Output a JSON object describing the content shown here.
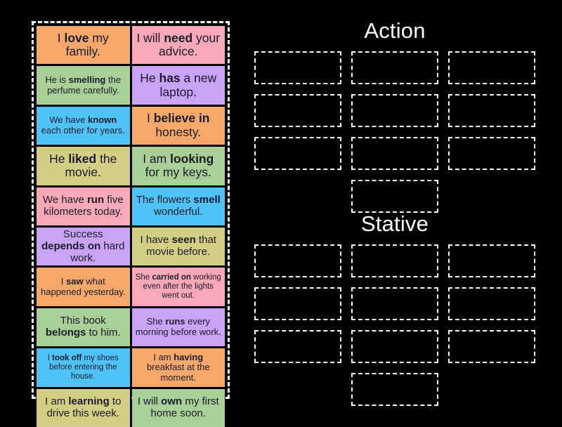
{
  "background_color": "#000000",
  "tray": {
    "border_color": "#ffffff",
    "cards": [
      {
        "id": "card-1",
        "color": "#f5a86a",
        "size": "fs-lg",
        "html": "I <b>love</b> my family.",
        "text": "I love my family.",
        "bold": "love"
      },
      {
        "id": "card-2",
        "color": "#f9a8b8",
        "size": "fs-lg",
        "html": "I will <b>need</b> your advice.",
        "text": "I will need your advice.",
        "bold": "need"
      },
      {
        "id": "card-3",
        "color": "#a8cf96",
        "size": "fs-sm",
        "html": "He is <b>smelling</b> the perfume carefully.",
        "text": "He is smelling the perfume carefully.",
        "bold": "smelling"
      },
      {
        "id": "card-4",
        "color": "#c9a3f5",
        "size": "fs-lg",
        "html": "He <b>has</b> a new laptop.",
        "text": "He has a new laptop.",
        "bold": "has"
      },
      {
        "id": "card-5",
        "color": "#4fc3f7",
        "size": "fs-sm",
        "html": "We have <b>known</b> each other for years.",
        "text": "We have known each other for years.",
        "bold": "known"
      },
      {
        "id": "card-6",
        "color": "#f5a86a",
        "size": "fs-lg",
        "html": "I <b>believe in</b> honesty.",
        "text": "I believe in honesty.",
        "bold": "believe in"
      },
      {
        "id": "card-7",
        "color": "#d3ce83",
        "size": "fs-lg",
        "html": "He <b>liked</b> the movie.",
        "text": "He liked the movie.",
        "bold": "liked"
      },
      {
        "id": "card-8",
        "color": "#a8cf96",
        "size": "fs-lg",
        "html": "I am <b>looking</b> for my keys.",
        "text": "I am looking for my keys.",
        "bold": "looking"
      },
      {
        "id": "card-9",
        "color": "#f9a8b8",
        "size": "fs-md",
        "html": "We have <b>run</b> five kilometers today.",
        "text": "We have run five kilometers today.",
        "bold": "run"
      },
      {
        "id": "card-10",
        "color": "#4fc3f7",
        "size": "fs-md",
        "html": "The flowers <b>smell</b> wonderful.",
        "text": "The flowers smell wonderful.",
        "bold": "smell"
      },
      {
        "id": "card-11",
        "color": "#c9a3f5",
        "size": "fs-md",
        "html": "Success <b>depends on</b> hard work.",
        "text": "Success depends on hard work.",
        "bold": "depends on"
      },
      {
        "id": "card-12",
        "color": "#d3ce83",
        "size": "fs-md",
        "html": "I have <b>seen</b> that movie before.",
        "text": "I have seen that movie before.",
        "bold": "seen"
      },
      {
        "id": "card-13",
        "color": "#f5a86a",
        "size": "fs-sm",
        "html": "I <b>saw</b> what happened yesterday.",
        "text": "I saw what happened yesterday.",
        "bold": "saw"
      },
      {
        "id": "card-14",
        "color": "#f9a8b8",
        "size": "fs-xs",
        "html": "She <b>carried on</b> working even after the lights went out.",
        "text": "She carried on working even after the lights went out.",
        "bold": "carried on"
      },
      {
        "id": "card-15",
        "color": "#a8cf96",
        "size": "fs-md",
        "html": "This book <b>belongs</b> to him.",
        "text": "This book belongs to him.",
        "bold": "belongs"
      },
      {
        "id": "card-16",
        "color": "#c9a3f5",
        "size": "fs-sm",
        "html": "She <b>runs</b> every morning before work.",
        "text": "She runs every morning before work.",
        "bold": "runs"
      },
      {
        "id": "card-17",
        "color": "#4fc3f7",
        "size": "fs-xs",
        "html": "I <b>took off</b> my shoes before entering the house.",
        "text": "I took off my shoes before entering the house.",
        "bold": "took off"
      },
      {
        "id": "card-18",
        "color": "#f5a86a",
        "size": "fs-sm",
        "html": "I am <b>having</b> breakfast at the moment.",
        "text": "I am having breakfast at the moment.",
        "bold": "having"
      },
      {
        "id": "card-19",
        "color": "#d3ce83",
        "size": "fs-md",
        "html": "I am <b>learning</b> to drive this week.",
        "text": "I am learning to drive this week.",
        "bold": "learning"
      },
      {
        "id": "card-20",
        "color": "#a8cf96",
        "size": "fs-md",
        "html": "I will <b>own</b> my first home soon.",
        "text": "I will own my first home soon.",
        "bold": "own"
      }
    ]
  },
  "zones": [
    {
      "id": "action",
      "title": "Action",
      "title_color": "#ffffff",
      "slot_count": 10,
      "slots": [
        "",
        "",
        "",
        "",
        "",
        "",
        "",
        "",
        "",
        ""
      ]
    },
    {
      "id": "stative",
      "title": "Stative",
      "title_color": "#ffffff",
      "slot_count": 10,
      "slots": [
        "",
        "",
        "",
        "",
        "",
        "",
        "",
        "",
        "",
        ""
      ]
    }
  ]
}
